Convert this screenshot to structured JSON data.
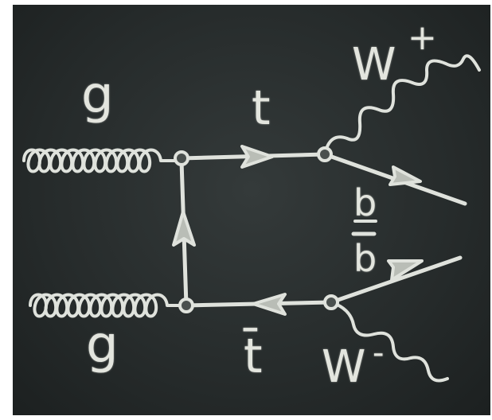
{
  "labels": {
    "gluon_top": "g",
    "gluon_bottom": "g",
    "top_quark": "t",
    "antitop_quark": "t̄",
    "w_plus": "W",
    "w_plus_charge": "+",
    "w_minus": "W",
    "w_minus_charge": "-",
    "b_quark": "b",
    "anti_b_quark": "b"
  },
  "colors": {
    "chalkboard": "#2b3030",
    "chalk": "#dfe2dc"
  }
}
